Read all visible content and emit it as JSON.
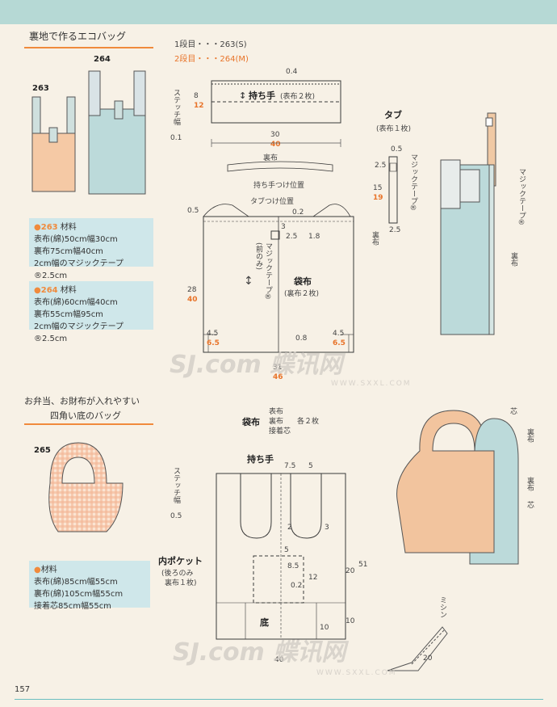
{
  "section1": {
    "title": "裏地で作るエコバッグ",
    "bag_labels": [
      "263",
      "264"
    ],
    "legend_line1": "1段目・・・263(S)",
    "legend_line2": "2段目・・・264(M)",
    "materials": [
      {
        "num": "263",
        "head": "材料",
        "lines": [
          "表布(綿)50cm幅30cm",
          "裏布75cm幅40cm",
          "2cm幅のマジックテープ®2.5cm"
        ]
      },
      {
        "num": "264",
        "head": "材料",
        "lines": [
          "表布(綿)60cm幅40cm",
          "裏布55cm幅95cm",
          "2cm幅のマジックテープ®2.5cm"
        ]
      }
    ],
    "handle": {
      "title": "持ち手",
      "sub": "(表布２枚)",
      "stitch": "ステッチ幅",
      "stitch_val": "0.1",
      "d_top": "0.4",
      "d1": "8",
      "d1o": "12",
      "w1": "30",
      "w1o": "40"
    },
    "lining_label": "裏布",
    "handle_pos": "持ち手つけ位置",
    "tab_pos": "タブつけ位置",
    "body": {
      "title": "袋布",
      "sub": "(裏布２枚)",
      "front_only": "(前のみ)",
      "magic": "マジックテープ®",
      "h": "28",
      "ho": "40",
      "w": "31",
      "wo": "46",
      "corner_l": "4.5",
      "corner_lo": "6.5",
      "corner_r": "4.5",
      "corner_ro": "6.5",
      "m1": "0.5",
      "m2": "3",
      "m3": "0.2",
      "m4": "2.5",
      "m5": "1.8",
      "m6": "0.8",
      "lining_side": "裏布"
    },
    "tab": {
      "title": "タブ",
      "sub": "(表布１枚)",
      "magic": "マジックテープ®",
      "d1": "0.5",
      "d2": "2.5",
      "d3": "15",
      "d3o": "19",
      "d4": "2.5"
    },
    "illus": {
      "magic": "マジックテープ®",
      "lining": "裏布"
    }
  },
  "section2": {
    "title_line1": "お弁当、お財布が入れやすい",
    "title_line2": "四角い底のバッグ",
    "bag_label": "265",
    "materials": {
      "head": "材料",
      "lines": [
        "表布(綿)85cm幅55cm",
        "裏布(綿)105cm幅55cm",
        "接着芯85cm幅55cm"
      ]
    },
    "body_title": "袋布",
    "body_parts": [
      "表布",
      "裏布",
      "接着芯"
    ],
    "body_count": "各２枚",
    "handle_title": "持ち手",
    "stitch": "ステッチ幅",
    "stitch_val": "0.5",
    "pocket_title": "内ポケット",
    "pocket_sub1": "(後ろのみ",
    "pocket_sub2": "裏布１枚)",
    "bottom": "底",
    "dims": {
      "d75": "7.5",
      "d5": "5",
      "d2": "2",
      "d3": "3",
      "d51": "51",
      "d20": "20",
      "d5b": "5",
      "d85": "8.5",
      "d12": "12",
      "d02": "0.2",
      "d10": "10",
      "d10b": "10",
      "d40": "40"
    },
    "illus": {
      "core": "芯",
      "lining": "裏布",
      "lining2": "裏布",
      "core2": "芯",
      "sewing": "ミシン",
      "d20": "20"
    }
  },
  "watermark": {
    "text": "SJ.com 蝶讯网",
    "sub": "WWW.SXXL.COM"
  },
  "page_number": "157",
  "colors": {
    "teal": "#b6d9d5",
    "orange": "#e8742a",
    "box": "#cfe7ea",
    "line": "#3a3a3a"
  }
}
